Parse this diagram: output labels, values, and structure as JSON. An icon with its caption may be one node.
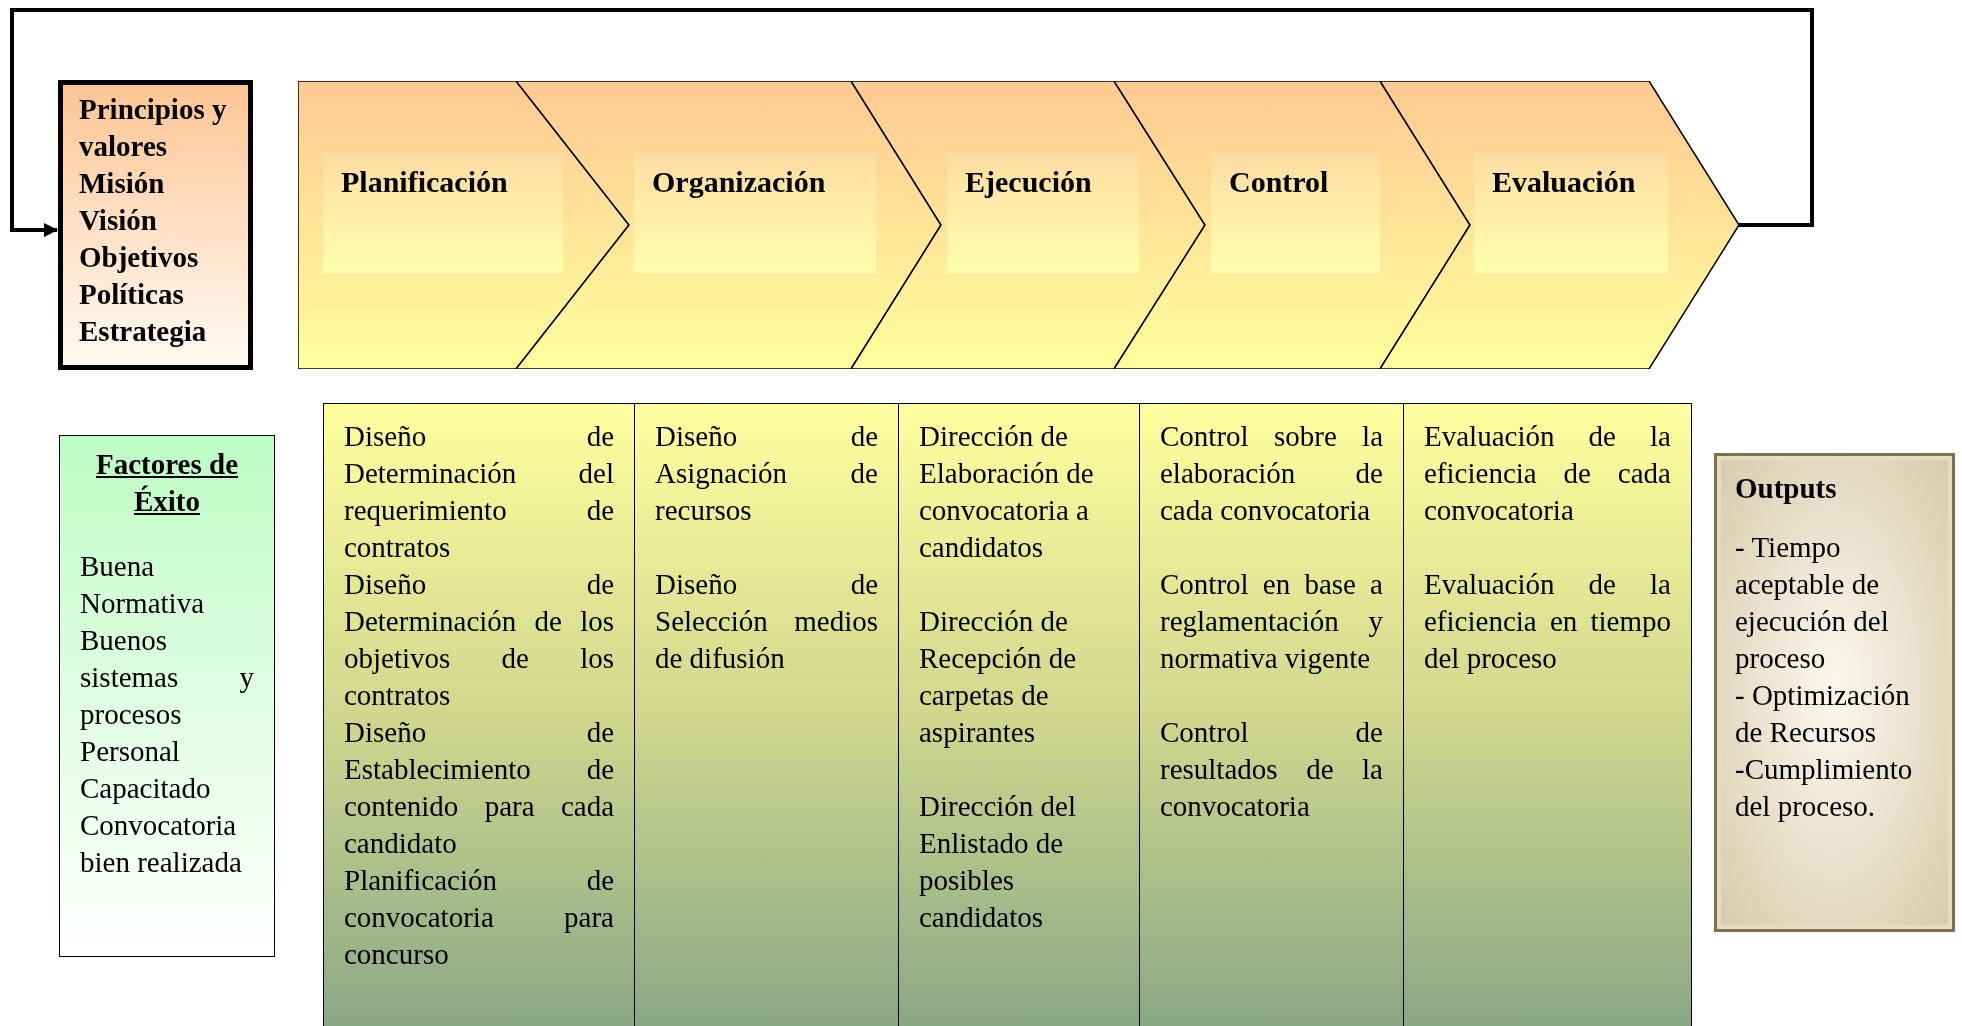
{
  "diagram": {
    "nodes": [
      {
        "text": [
          "Principios y valores",
          "Misión",
          "Visión",
          "Objetivos",
          "Políticas",
          "Estrategia"
        ]
      },
      {
        "text": [
          "Planificación"
        ]
      },
      {
        "text": [
          "Organización"
        ]
      },
      {
        "text": [
          "Ejecución"
        ]
      },
      {
        "text": [
          "Control"
        ]
      },
      {
        "text": [
          "Evaluación"
        ]
      },
      {
        "text": [
          "Factores de Éxito",
          "Buena Normativa",
          "Buenos sistemas y procesos",
          "Personal Capacitado",
          "Convocatoria bien realizada"
        ]
      },
      {
        "text": [
          "Diseño de Determinación del requerimiento de contratos",
          "Diseño de Determinación de los objetivos de los contratos",
          "Diseño de Establecimiento de contenido para cada candidato",
          "Planificación de convocatoria para concurso"
        ]
      },
      {
        "text": [
          "Diseño de Asignación de recursos",
          "Diseño de Selección medios de difusión"
        ]
      },
      {
        "text": [
          "Dirección de Elaboración de convocatoria a candidatos",
          "Dirección de Recepción de carpetas de aspirantes",
          "Dirección del Enlistado de posibles candidatos"
        ]
      },
      {
        "text": [
          "Control sobre la elaboración de cada convocatoria",
          "Control en base a reglamentación y normativa vigente",
          "Control de resultados de la convocatoria"
        ]
      },
      {
        "text": [
          "Evaluación de la eficiencia de cada convocatoria",
          "Evaluación de la eficiencia en tiempo del proceso"
        ]
      },
      {
        "text": [
          "Outputs",
          "- Tiempo aceptable de ejecución del proceso",
          "- Optimización de Recursos",
          "-Cumplimiento del proceso."
        ]
      }
    ],
    "edges": [
      {
        "from": 5,
        "to": 0,
        "arrow": "to"
      }
    ]
  }
}
